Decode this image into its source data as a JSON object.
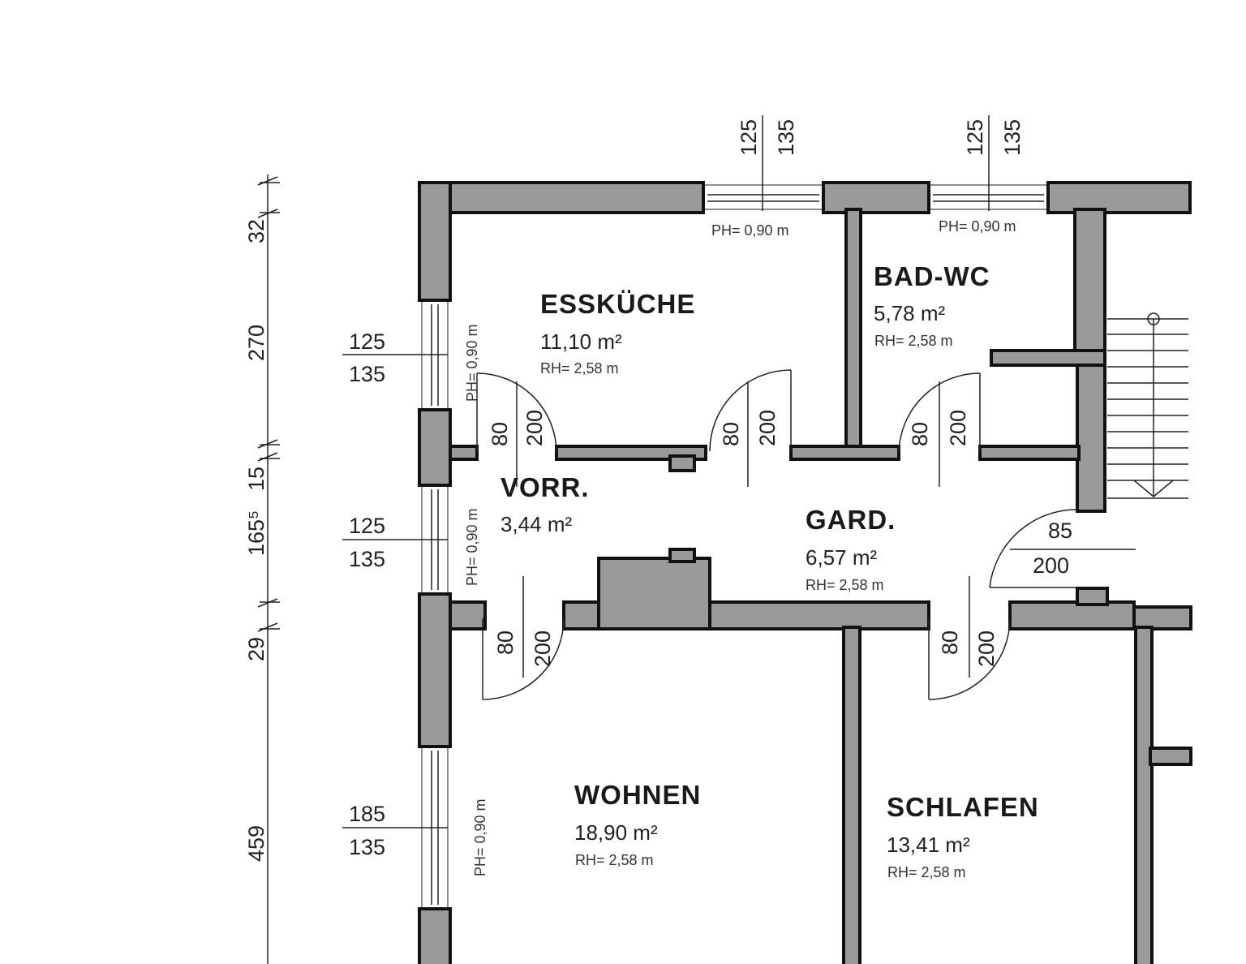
{
  "rooms": [
    {
      "name": "ESSKÜCHE",
      "area": "11,10 m²",
      "rh": "RH= 2,58 m"
    },
    {
      "name": "BAD-WC",
      "area": "5,78 m²",
      "rh": "RH= 2,58 m"
    },
    {
      "name": "VORR.",
      "area": "3,44 m²"
    },
    {
      "name": "GARD.",
      "area": "6,57 m²",
      "rh": "RH= 2,58 m"
    },
    {
      "name": "WOHNEN",
      "area": "18,90 m²",
      "rh": "RH= 2,58 m"
    },
    {
      "name": "SCHLAFEN",
      "area": "13,41 m²",
      "rh": "RH= 2,58 m"
    }
  ],
  "windows": {
    "top1": {
      "w": "125",
      "h": "135",
      "ph": "PH= 0,90 m"
    },
    "top2": {
      "w": "125",
      "h": "135",
      "ph": "PH= 0,90 m"
    },
    "left1": {
      "w": "125",
      "h": "135",
      "ph": "PH= 0,90 m"
    },
    "left2": {
      "w": "125",
      "h": "135",
      "ph": "PH= 0,90 m"
    },
    "left3": {
      "w": "185",
      "h": "135",
      "ph": "PH= 0,90 m"
    }
  },
  "doors": [
    {
      "w": "80",
      "h": "200"
    },
    {
      "w": "80",
      "h": "200"
    },
    {
      "w": "80",
      "h": "200"
    },
    {
      "w": "80",
      "h": "200"
    },
    {
      "w": "80",
      "h": "200"
    },
    {
      "w": "85",
      "h": "200"
    }
  ],
  "dimension_chain": [
    "32",
    "270",
    "15",
    "165⁵",
    "29",
    "459"
  ]
}
